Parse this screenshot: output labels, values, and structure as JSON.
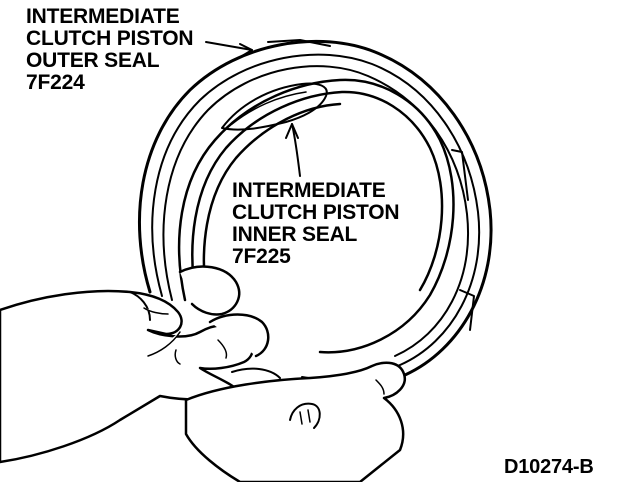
{
  "figure": {
    "outer_seal_label": [
      "INTERMEDIATE",
      "CLUTCH PISTON",
      "OUTER SEAL",
      "7F224"
    ],
    "inner_seal_label": [
      "INTERMEDIATE",
      "CLUTCH PISTON",
      "INNER SEAL",
      "7F225"
    ],
    "figure_id": "D10274-B"
  },
  "colors": {
    "ink": "#000000",
    "paper": "#ffffff"
  }
}
